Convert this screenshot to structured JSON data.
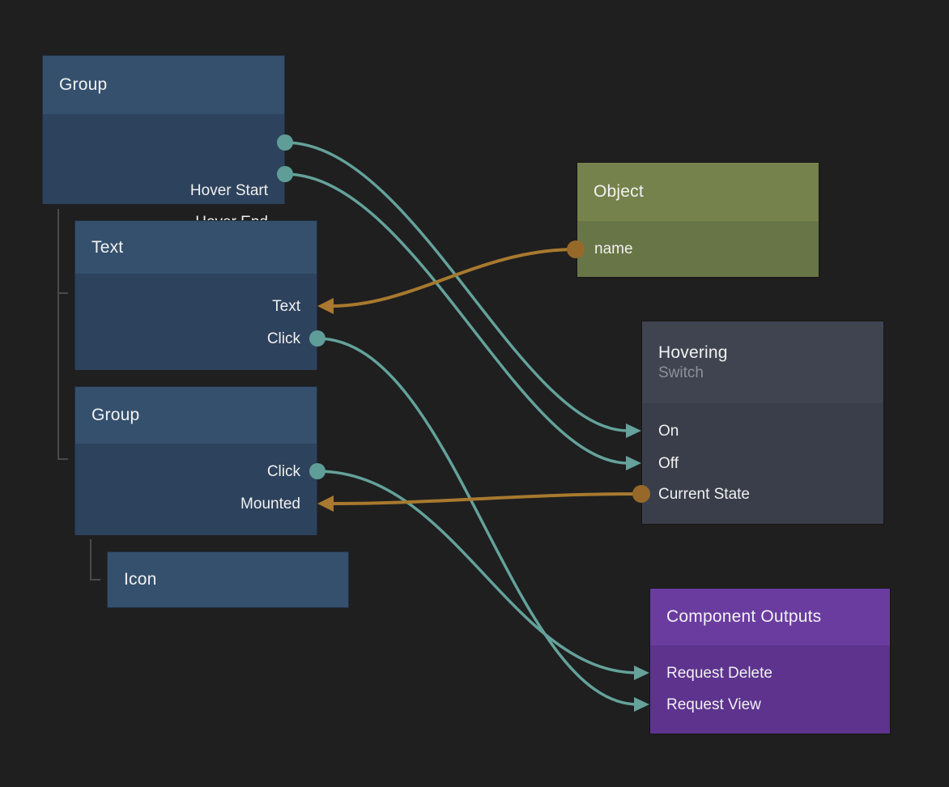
{
  "app": {
    "kind": "node-graph-editor-canvas",
    "background_color": "#1f1f1f"
  },
  "colors": {
    "signal_accent_teal": "#64a29b",
    "value_accent_orange": "#a8792e",
    "node_blue_header": "#35506d",
    "node_blue_body": "#2d425c",
    "node_olive_header": "#75824b",
    "node_olive_body": "#687546",
    "node_gray_header": "#3f4450",
    "node_gray_body": "#393e4a",
    "node_purple_header": "#6a3ca0",
    "node_purple_body": "#5d338e",
    "tree_line": "#4a4a4a"
  },
  "nodes": {
    "group1": {
      "title": "Group",
      "ports": [
        {
          "label": "Hover Start"
        },
        {
          "label": "Hover End"
        }
      ]
    },
    "text1": {
      "title": "Text",
      "ports": [
        {
          "label": "Text"
        },
        {
          "label": "Click"
        }
      ]
    },
    "group2": {
      "title": "Group",
      "ports": [
        {
          "label": "Click"
        },
        {
          "label": "Mounted"
        }
      ]
    },
    "icon1": {
      "title": "Icon",
      "ports": []
    },
    "object1": {
      "title": "Object",
      "ports": [
        {
          "label": "name"
        }
      ]
    },
    "hovering": {
      "title": "Hovering",
      "subtitle": "Switch",
      "ports": [
        {
          "label": "On"
        },
        {
          "label": "Off"
        },
        {
          "label": "Current State"
        }
      ]
    },
    "outputs": {
      "title": "Component Outputs",
      "ports": [
        {
          "label": "Request Delete"
        },
        {
          "label": "Request View"
        }
      ]
    }
  },
  "connections": [
    {
      "from": "Group.Hover Start",
      "to": "Hovering.On",
      "type": "signal-teal"
    },
    {
      "from": "Group.Hover End",
      "to": "Hovering.Off",
      "type": "signal-teal"
    },
    {
      "from": "Object.name",
      "to": "Text.Text",
      "type": "value-orange"
    },
    {
      "from": "Text.Click",
      "to": "Component Outputs.Request View",
      "type": "signal-teal"
    },
    {
      "from": "Group(2).Click",
      "to": "Component Outputs.Request Delete",
      "type": "signal-teal"
    },
    {
      "from": "Hovering.Current State",
      "to": "Group(2).Mounted",
      "type": "value-orange"
    }
  ],
  "hierarchy_note": "Group > (Text, Group > Icon)"
}
